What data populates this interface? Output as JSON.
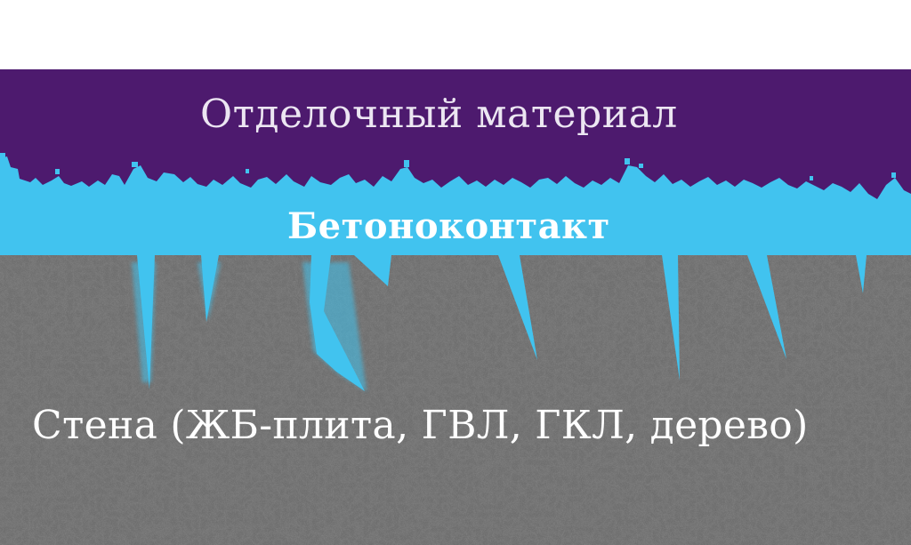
{
  "diagram": {
    "layers": {
      "finish": {
        "label": "Отделочный материал",
        "color": "#4d1a6e",
        "text_color": "#ece6f2"
      },
      "primer": {
        "label": "Бетоноконтакт",
        "color": "#41c3ef",
        "text_color": "#ffffff"
      },
      "wall": {
        "label": "Стена (ЖБ-плита, ГВЛ, ГКЛ, дерево)",
        "color": "#6f6f6f",
        "text_color": "#ffffff"
      }
    },
    "background": "#ffffff"
  }
}
